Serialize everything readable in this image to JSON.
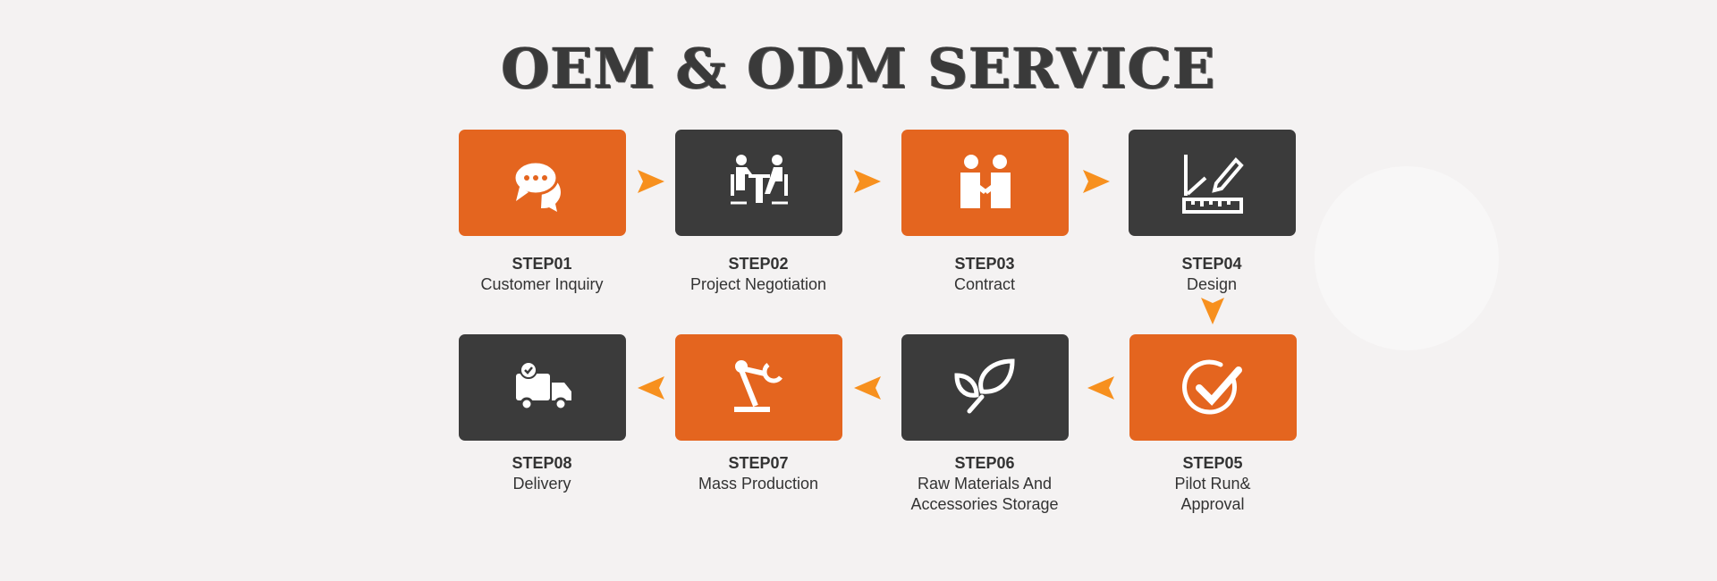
{
  "title": "OEM & ODM SERVICE",
  "colors": {
    "orange": "#e4651f",
    "dark": "#3b3b3b",
    "arrow": "#f7901e",
    "background": "#f4f2f2"
  },
  "steps": [
    {
      "step": "STEP01",
      "label": "Customer Inquiry",
      "icon": "chat-bubbles-icon"
    },
    {
      "step": "STEP02",
      "label": "Project Negotiation",
      "icon": "meeting-icon"
    },
    {
      "step": "STEP03",
      "label": "Contract",
      "icon": "handshake-icon"
    },
    {
      "step": "STEP04",
      "label": "Design",
      "icon": "ruler-pencil-icon"
    },
    {
      "step": "STEP05",
      "label": "Pilot Run&",
      "label2": "Approval",
      "icon": "check-circle-icon"
    },
    {
      "step": "STEP06",
      "label": "Raw Materials And",
      "label2": "Accessories Storage",
      "icon": "leaf-icon"
    },
    {
      "step": "STEP07",
      "label": "Mass Production",
      "icon": "robot-arm-icon"
    },
    {
      "step": "STEP08",
      "label": "Delivery",
      "icon": "delivery-truck-icon"
    }
  ]
}
